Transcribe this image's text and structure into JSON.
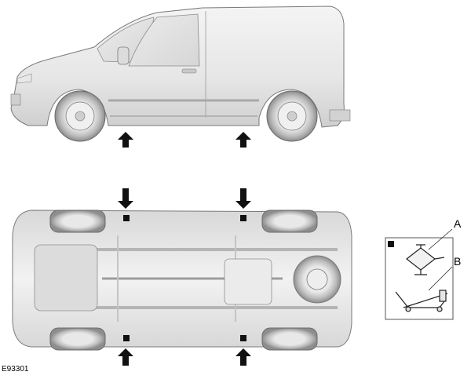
{
  "figure": {
    "code": "E93301",
    "legend": {
      "label_a": "A",
      "label_b": "B"
    }
  }
}
